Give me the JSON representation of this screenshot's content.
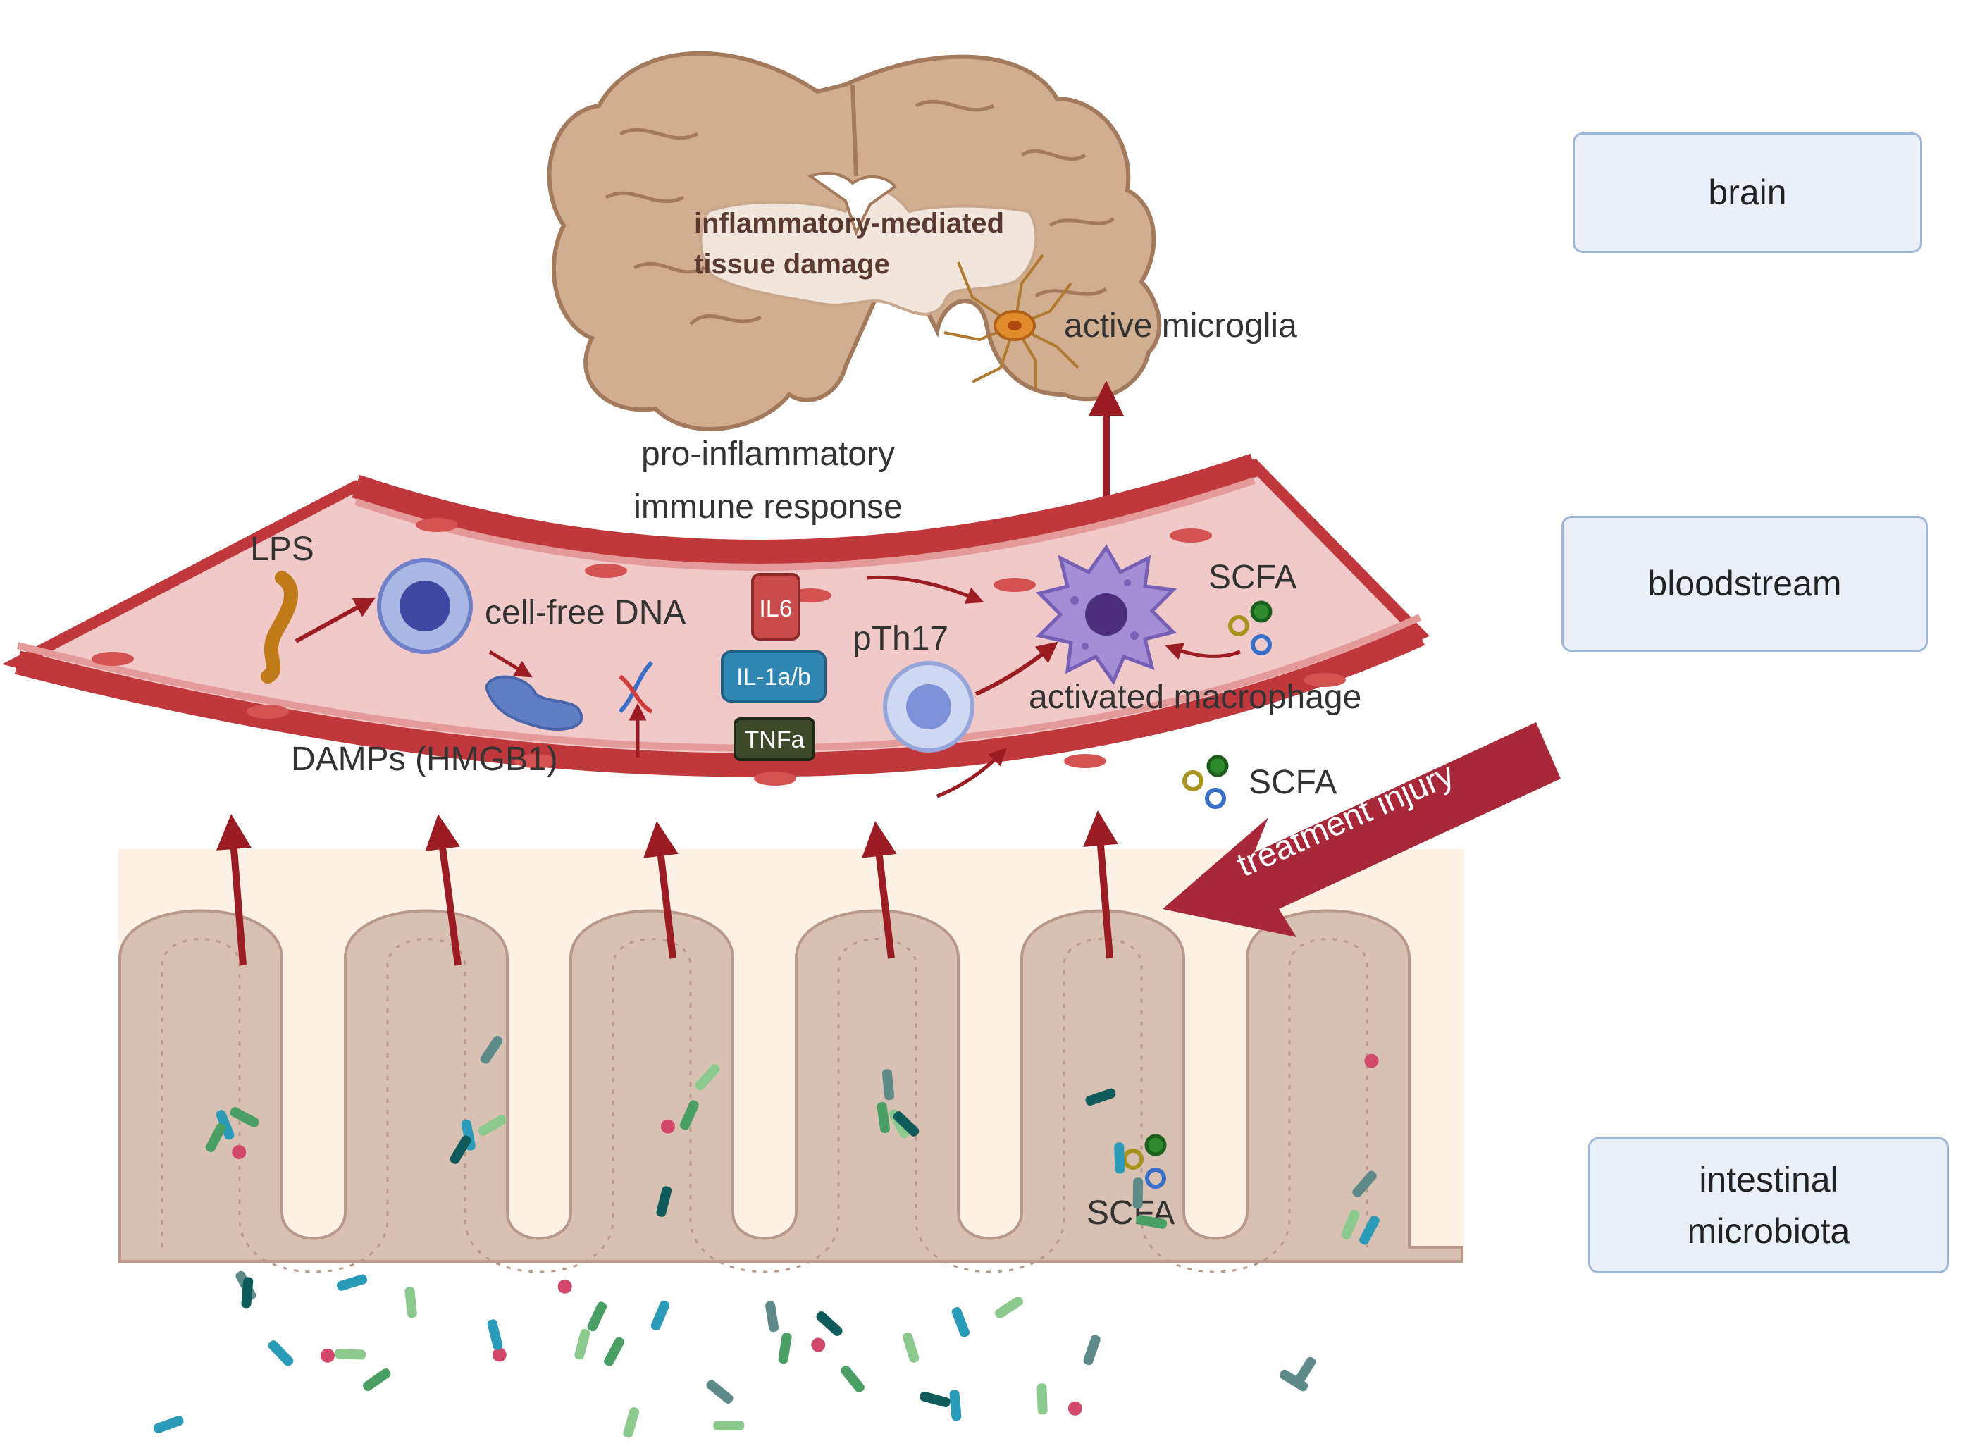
{
  "brain": {
    "damage_line1": "inflammatory-mediated",
    "damage_line2": "tissue damage",
    "microglia": "active microglia"
  },
  "bloodstream": {
    "response_line1": "pro-inflammatory",
    "response_line2": "immune response",
    "lps": "LPS",
    "cfdna": "cell-free DNA",
    "damps": "DAMPs (HMGB1)",
    "il6": "IL6",
    "il1": "IL-1a/b",
    "tnf": "TNFa",
    "pth17": "pTh17",
    "macrophage": "activated macrophage",
    "scfa_blood": "SCFA",
    "scfa_wall": "SCFA"
  },
  "gut": {
    "treatment": "treatment injury",
    "scfa_gut": "SCFA"
  },
  "levels": {
    "brain": "brain",
    "bloodstream": "bloodstream",
    "microbiota_line1": "intestinal",
    "microbiota_line2": "microbiota"
  },
  "colors": {
    "vessel": "#c0373c",
    "vessel_inner": "#f1c9c9",
    "brain": "#d2ae91",
    "arrow": "#9b1c22",
    "il6": "#c94b4b",
    "il1": "#2f86b3",
    "tnf": "#3d4a2a",
    "box_fill": "#e9f0fa",
    "box_border": "#9fb7d6"
  }
}
